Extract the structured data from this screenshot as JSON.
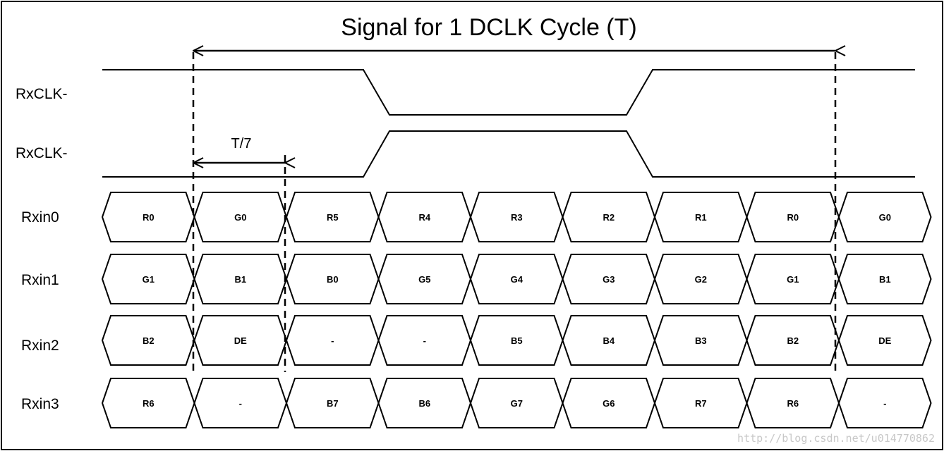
{
  "title": "Signal for 1 DCLK Cycle (T)",
  "subcycle_label": "T/7",
  "watermark": "http://blog.csdn.net/u014770862",
  "clock_rows": [
    {
      "label": "RxCLK-",
      "starts": "high"
    },
    {
      "label": "RxCLK-",
      "starts": "low"
    }
  ],
  "data_rows": [
    {
      "label": "Rxin0",
      "cells": [
        "R0",
        "G0",
        "R5",
        "R4",
        "R3",
        "R2",
        "R1",
        "R0",
        "G0"
      ]
    },
    {
      "label": "Rxin1",
      "cells": [
        "G1",
        "B1",
        "B0",
        "G5",
        "G4",
        "G3",
        "G2",
        "G1",
        "B1"
      ]
    },
    {
      "label": "Rxin2",
      "cells": [
        "B2",
        "DE",
        "-",
        "-",
        "B5",
        "B4",
        "B3",
        "B2",
        "DE"
      ]
    },
    {
      "label": "Rxin3",
      "cells": [
        "R6",
        "-",
        "B7",
        "B6",
        "G7",
        "G6",
        "R7",
        "R6",
        "-"
      ]
    }
  ],
  "colors": {
    "line": "#000000",
    "background": "#ffffff",
    "watermark": "#c8c8c8"
  }
}
